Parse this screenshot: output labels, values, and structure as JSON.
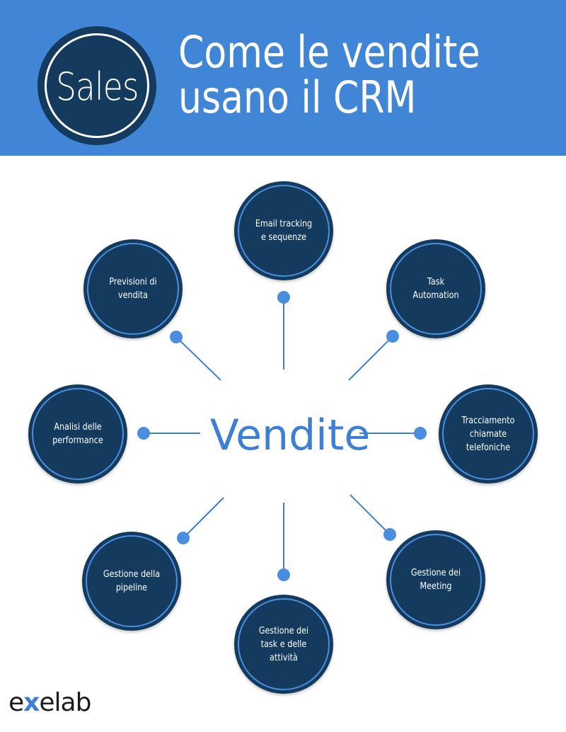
{
  "header": {
    "badge_text": "Sales",
    "title_line1": "Come le vendite",
    "title_line2": "usano il CRM",
    "background_color": "#4185d6",
    "badge_color": "#143b5e"
  },
  "diagram": {
    "center_label": "Vendite",
    "center_color": "#3f7fd3",
    "node_color": "#143b5e",
    "connector_color": "#3f7fd3",
    "nodes": [
      {
        "label": "Email tracking\ne sequenze"
      },
      {
        "label": "Task\nAutomation"
      },
      {
        "label": "Tracciamento\nchiamate\ntelefoniche"
      },
      {
        "label": "Gestione dei\nMeeting"
      },
      {
        "label": "Gestione dei\ntask e delle\nattività"
      },
      {
        "label": "Gestione della\npipeline"
      },
      {
        "label": "Analisi delle\nperformance"
      },
      {
        "label": "Previsioni di\nvendita"
      }
    ]
  },
  "footer": {
    "logo_prefix": "e",
    "logo_x": "x",
    "logo_suffix": "elab"
  }
}
